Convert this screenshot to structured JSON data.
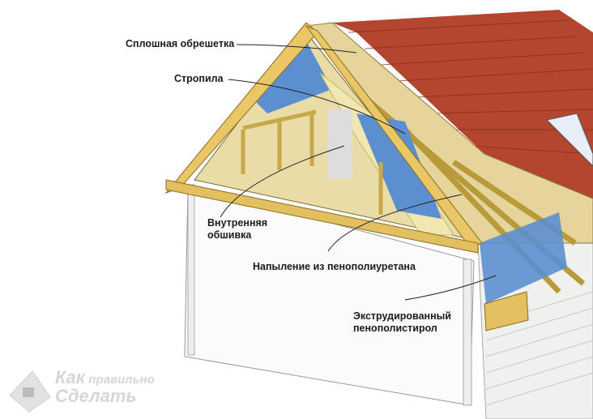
{
  "labels": {
    "sheathing": "Сплошная обрешетка",
    "rafters": "Стропила",
    "inner_lining": "Внутренняя обшивка",
    "foam_spray": "Напыление из пенополиуретана",
    "xps": "Экструдированный пенополистирол"
  },
  "watermark": {
    "line1": "Как",
    "line1b": "правильно",
    "line2": "Сделать"
  },
  "colors": {
    "tile": "#b4452e",
    "wood": "#e9d27a",
    "osb": "#e2cf90",
    "insulation": "#5b8fd0",
    "foam": "#f1e7b0"
  }
}
